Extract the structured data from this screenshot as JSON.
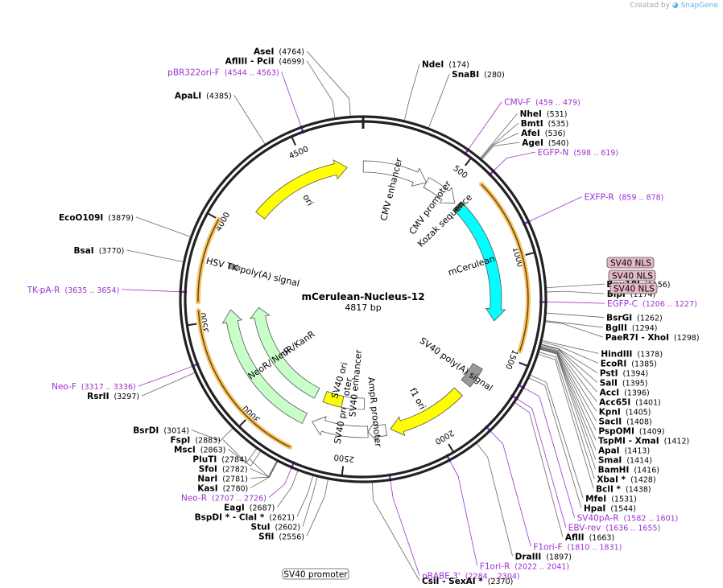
{
  "logo": {
    "prefix": "Created by",
    "brand": "SnapGene"
  },
  "plasmid": {
    "name": "mCerulean-Nucleus-12",
    "length_label": "4817 bp",
    "length": 4817
  },
  "ticks": [
    {
      "pos": 500,
      "label": "500"
    },
    {
      "pos": 1000,
      "label": "1000"
    },
    {
      "pos": 1500,
      "label": "1500"
    },
    {
      "pos": 2000,
      "label": "2000"
    },
    {
      "pos": 2500,
      "label": "2500"
    },
    {
      "pos": 3000,
      "label": "3000"
    },
    {
      "pos": 3500,
      "label": "3500"
    },
    {
      "pos": 4000,
      "label": "4000"
    },
    {
      "pos": 4500,
      "label": "4500"
    }
  ],
  "sites": [
    {
      "name": "NdeI",
      "pos_label": "(174)",
      "pos": 174
    },
    {
      "name": "SnaBI",
      "pos_label": "(280)",
      "pos": 280
    },
    {
      "name": "NheI",
      "pos_label": "(531)",
      "pos": 531
    },
    {
      "name": "BmtI",
      "pos_label": "(535)",
      "pos": 535
    },
    {
      "name": "AfeI",
      "pos_label": "(536)",
      "pos": 536
    },
    {
      "name": "AgeI",
      "pos_label": "(540)",
      "pos": 540
    },
    {
      "name": "Bpu10I",
      "pos_label": "(1156)",
      "pos": 1156
    },
    {
      "name": "BlpI",
      "pos_label": "(1174)",
      "pos": 1174
    },
    {
      "name": "BsrGI",
      "pos_label": "(1262)",
      "pos": 1262
    },
    {
      "name": "BglII",
      "pos_label": "(1294)",
      "pos": 1294
    },
    {
      "name": "PaeR7I  - XhoI",
      "pos_label": "(1298)",
      "pos": 1298
    },
    {
      "name": "HindIII",
      "pos_label": "(1378)",
      "pos": 1378
    },
    {
      "name": "EcoRI",
      "pos_label": "(1385)",
      "pos": 1385
    },
    {
      "name": "PstI",
      "pos_label": "(1394)",
      "pos": 1394
    },
    {
      "name": "SalI",
      "pos_label": "(1395)",
      "pos": 1395
    },
    {
      "name": "AccI",
      "pos_label": "(1396)",
      "pos": 1396
    },
    {
      "name": "Acc65I",
      "pos_label": "(1401)",
      "pos": 1401
    },
    {
      "name": "KpnI",
      "pos_label": "(1405)",
      "pos": 1405
    },
    {
      "name": "SacII",
      "pos_label": "(1408)",
      "pos": 1408
    },
    {
      "name": "PspOMI",
      "pos_label": "(1409)",
      "pos": 1409
    },
    {
      "name": "TspMI  - XmaI",
      "pos_label": "(1412)",
      "pos": 1412
    },
    {
      "name": "ApaI",
      "pos_label": "(1413)",
      "pos": 1413
    },
    {
      "name": "SmaI",
      "pos_label": "(1414)",
      "pos": 1414
    },
    {
      "name": "BamHI",
      "pos_label": "(1416)",
      "pos": 1416
    },
    {
      "name": "XbaI *",
      "pos_label": "(1428)",
      "pos": 1428
    },
    {
      "name": "BclI *",
      "pos_label": "(1438)",
      "pos": 1438
    },
    {
      "name": "MfeI",
      "pos_label": "(1531)",
      "pos": 1531
    },
    {
      "name": "HpaI",
      "pos_label": "(1544)",
      "pos": 1544
    },
    {
      "name": "AflII",
      "pos_label": "(1663)",
      "pos": 1663
    },
    {
      "name": "DraIII",
      "pos_label": "(1897)",
      "pos": 1897
    },
    {
      "name": "CsiI  - SexAI *",
      "pos_label": "(2370)",
      "pos": 2370
    },
    {
      "name": "SfiI",
      "pos_label": "(2556)",
      "pos": 2556
    },
    {
      "name": "StuI",
      "pos_label": "(2602)",
      "pos": 2602
    },
    {
      "name": "BspDI *  - ClaI *",
      "pos_label": "(2621)",
      "pos": 2621
    },
    {
      "name": "EagI",
      "pos_label": "(2687)",
      "pos": 2687
    },
    {
      "name": "KasI",
      "pos_label": "(2780)",
      "pos": 2780
    },
    {
      "name": "NarI",
      "pos_label": "(2781)",
      "pos": 2781
    },
    {
      "name": "SfoI",
      "pos_label": "(2782)",
      "pos": 2782
    },
    {
      "name": "PluTI",
      "pos_label": "(2784)",
      "pos": 2784
    },
    {
      "name": "MscI",
      "pos_label": "(2863)",
      "pos": 2863
    },
    {
      "name": "FspI",
      "pos_label": "(2883)",
      "pos": 2883
    },
    {
      "name": "BsrDI",
      "pos_label": "(3014)",
      "pos": 3014
    },
    {
      "name": "RsrII",
      "pos_label": "(3297)",
      "pos": 3297
    },
    {
      "name": "BsaI",
      "pos_label": "(3770)",
      "pos": 3770
    },
    {
      "name": "EcoO109I",
      "pos_label": "(3879)",
      "pos": 3879
    },
    {
      "name": "ApaLI",
      "pos_label": "(4385)",
      "pos": 4385
    },
    {
      "name": "AflIII  - PciI",
      "pos_label": "(4699)",
      "pos": 4699
    },
    {
      "name": "AseI",
      "pos_label": "(4764)",
      "pos": 4764
    }
  ],
  "primers": [
    {
      "name": "CMV-F",
      "range": "(459 .. 479)",
      "pos": 469
    },
    {
      "name": "EGFP-N",
      "range": "(598 .. 619)",
      "pos": 608
    },
    {
      "name": "EXFP-R",
      "range": "(859 .. 878)",
      "pos": 868
    },
    {
      "name": "EGFP-C",
      "range": "(1206 .. 1227)",
      "pos": 1216
    },
    {
      "name": "SV40pA-R",
      "range": "(1582 .. 1601)",
      "pos": 1591
    },
    {
      "name": "EBV-rev",
      "range": "(1636 .. 1655)",
      "pos": 1645
    },
    {
      "name": "F1ori-F",
      "range": "(1810 .. 1831)",
      "pos": 1820
    },
    {
      "name": "F1ori-R",
      "range": "(2022 .. 2041)",
      "pos": 2031
    },
    {
      "name": "pBABE 3'",
      "range": "(2284 .. 2304)",
      "pos": 2294
    },
    {
      "name": "Neo-R",
      "range": "(2707 .. 2726)",
      "pos": 2716
    },
    {
      "name": "Neo-F",
      "range": "(3317 .. 3336)",
      "pos": 3326
    },
    {
      "name": "TK-pA-R",
      "range": "(3635 .. 3654)",
      "pos": 3644
    },
    {
      "name": "pBR322ori-F",
      "range": "(4544 .. 4563)",
      "pos": 4553
    }
  ],
  "boxed_labels": [
    {
      "name": "SV40 NLS",
      "style": "nls"
    },
    {
      "name": "SV40 NLS",
      "style": "nls"
    },
    {
      "name": "SV40 NLS",
      "style": "nls"
    },
    {
      "name": "SV40 promoter",
      "style": "plain"
    }
  ],
  "features": [
    {
      "name": "CMV enhancer",
      "start": 1,
      "end": 380,
      "color": "#ffffff",
      "dir": 1,
      "lane": "outer"
    },
    {
      "name": "CMV promoter",
      "start": 380,
      "end": 583,
      "color": "#ffffff",
      "dir": 1,
      "lane": "outer"
    },
    {
      "name": "mCerulean",
      "start": 613,
      "end": 1330,
      "color": "#00ffff",
      "dir": 1,
      "lane": "outer"
    },
    {
      "name": "Kozak sequence",
      "start": 603,
      "end": 613,
      "color": "#555555",
      "dir": 0,
      "lane": "outer"
    },
    {
      "name": "SV40 poly(A) signal",
      "start": 1610,
      "end": 1731,
      "color": "#999999",
      "dir": 0,
      "lane": "outer"
    },
    {
      "name": "f1 ori",
      "start": 1795,
      "end": 2250,
      "color": "#ffff00",
      "dir": 1,
      "lane": "outer"
    },
    {
      "name": "AmpR promoter",
      "start": 2276,
      "end": 2380,
      "color": "#ffffff",
      "dir": 1,
      "lane": "outer"
    },
    {
      "name": "SV40 promoter",
      "start": 2381,
      "end": 2711,
      "color": "#ffffff",
      "dir": 1,
      "lane": "outer"
    },
    {
      "name": "SV40 ori",
      "start": 2560,
      "end": 2695,
      "color": "#ffff00",
      "dir": 0,
      "lane": "inner"
    },
    {
      "name": "SV40 enhancer",
      "start": 2400,
      "end": 2560,
      "color": "#ffffff",
      "dir": 0,
      "lane": "inner"
    },
    {
      "name": "NeoR/KanR",
      "start": 2758,
      "end": 3552,
      "color": "#c8ffc8",
      "dir": 1,
      "lane": "outer"
    },
    {
      "name": "NeoR/KanR",
      "start": 2758,
      "end": 3552,
      "color": "#c8ffc8",
      "dir": 1,
      "lane": "inner"
    },
    {
      "name": "HSV TK poly(A) signal",
      "start": 3788,
      "end": 3806,
      "color": "#aaaaaa",
      "dir": 0,
      "lane": "outer"
    },
    {
      "name": "ori",
      "start": 4137,
      "end": 4725,
      "color": "#ffff00",
      "dir": 1,
      "lane": "outer"
    }
  ],
  "orfs": [
    {
      "start": 613,
      "end": 1450,
      "color": "#f6c26b"
    },
    {
      "start": 2760,
      "end": 3560,
      "color": "#f6c26b"
    },
    {
      "start": 3600,
      "end": 4000,
      "color": "#f6c26b"
    }
  ]
}
